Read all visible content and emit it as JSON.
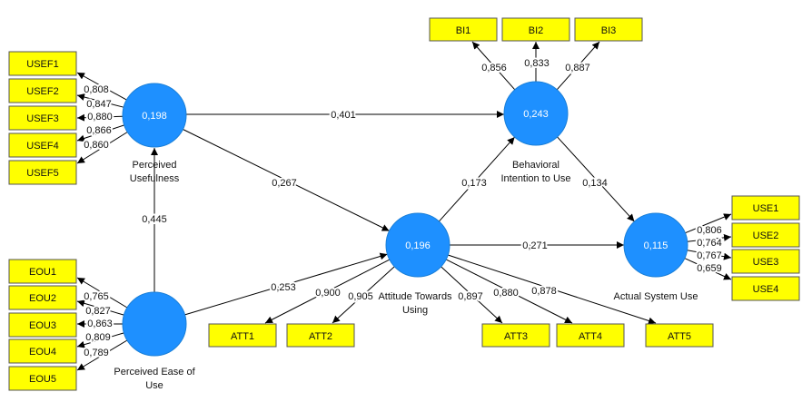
{
  "colors": {
    "construct_fill": "#1E90FF",
    "construct_stroke": "#1A7FD8",
    "construct_text": "#FFFFFF",
    "indicator_fill": "#FFFF00",
    "indicator_border": "#555555",
    "arrow": "#000000",
    "background": "#FFFFFF"
  },
  "constructs": {
    "perceived_usefulness": {
      "name_lines": [
        "Perceived",
        "Usefulness"
      ],
      "r_squared": "0,198"
    },
    "perceived_ease_of_use": {
      "name_lines": [
        "Perceived Ease of",
        "Use"
      ]
    },
    "attitude_towards_using": {
      "name_lines": [
        "Attitude Towards",
        "Using"
      ],
      "r_squared": "0,196"
    },
    "behavioral_intention": {
      "name_lines": [
        "Behavioral",
        "Intention to Use"
      ],
      "r_squared": "0,243"
    },
    "actual_system_use": {
      "name_lines": [
        "Actual System Use"
      ],
      "r_squared": "0,115"
    }
  },
  "indicators": {
    "perceived_usefulness": [
      {
        "name": "USEF1",
        "loading": "0,808"
      },
      {
        "name": "USEF2",
        "loading": "0,847"
      },
      {
        "name": "USEF3",
        "loading": "0,880"
      },
      {
        "name": "USEF4",
        "loading": "0,866"
      },
      {
        "name": "USEF5",
        "loading": "0,860"
      }
    ],
    "perceived_ease_of_use": [
      {
        "name": "EOU1",
        "loading": "0,765"
      },
      {
        "name": "EOU2",
        "loading": "0,827"
      },
      {
        "name": "EOU3",
        "loading": "0,863"
      },
      {
        "name": "EOU4",
        "loading": "0,809"
      },
      {
        "name": "EOU5",
        "loading": "0,789"
      }
    ],
    "attitude_towards_using": [
      {
        "name": "ATT1",
        "loading": "0,900"
      },
      {
        "name": "ATT2",
        "loading": "0,905"
      },
      {
        "name": "ATT3",
        "loading": "0,897"
      },
      {
        "name": "ATT4",
        "loading": "0,880"
      },
      {
        "name": "ATT5",
        "loading": "0,878"
      }
    ],
    "behavioral_intention": [
      {
        "name": "BI1",
        "loading": "0,856"
      },
      {
        "name": "BI2",
        "loading": "0,833"
      },
      {
        "name": "BI3",
        "loading": "0,887"
      }
    ],
    "actual_system_use": [
      {
        "name": "USE1",
        "loading": "0,806"
      },
      {
        "name": "USE2",
        "loading": "0,764"
      },
      {
        "name": "USE3",
        "loading": "0,767"
      },
      {
        "name": "USE4",
        "loading": "0,659"
      }
    ]
  },
  "path_coefficients": {
    "peou_to_pu": "0,445",
    "pu_to_bi": "0,401",
    "pu_to_att": "0,267",
    "peou_to_att": "0,253",
    "att_to_bi": "0,173",
    "att_to_asu": "0,271",
    "bi_to_asu": "0,134"
  }
}
